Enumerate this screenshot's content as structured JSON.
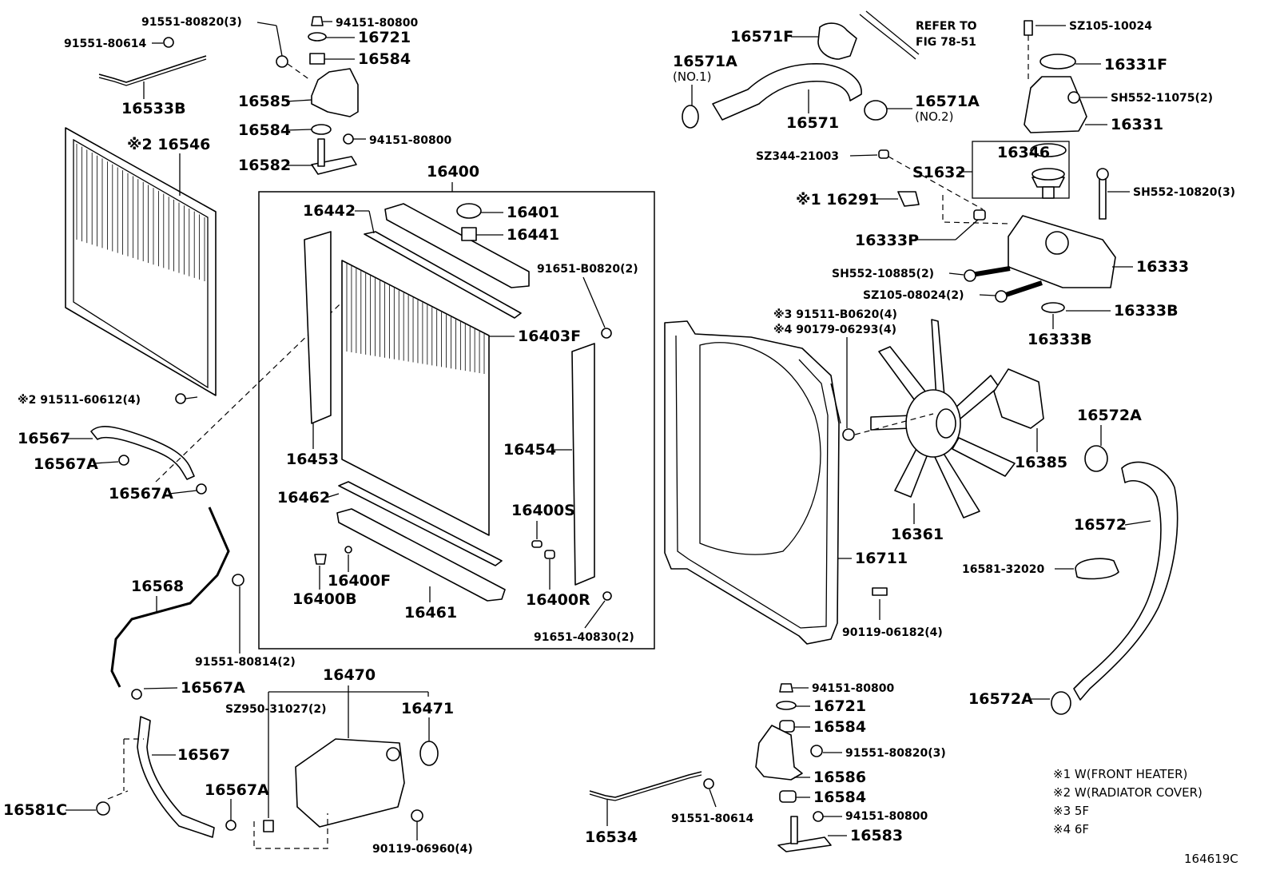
{
  "ref": "164619C",
  "refer_to": {
    "line1": "REFER TO",
    "line2": "FIG 78-51"
  },
  "notes": [
    "※1 W(FRONT HEATER)",
    "※2 W(RADIATOR COVER)",
    "※3 5F",
    "※4 6F"
  ],
  "labels": {
    "p91551_80820_3": "91551-80820(3)",
    "p94151_80800_a": "94151-80800",
    "p91551_80614_a": "91551-80614",
    "p16721_a": "16721",
    "p16584_a": "16584",
    "p16533B": "16533B",
    "p16585": "16585",
    "p16584_b": "16584",
    "p94151_80800_b": "94151-80800",
    "p16546": "※2 16546",
    "p16582": "16582",
    "p16400": "16400",
    "p16442": "16442",
    "p16401": "16401",
    "p16441": "16441",
    "p91651_B0820": "91651-B0820(2)",
    "p16403F": "16403F",
    "p91511_60612": "※2 91511-60612(4)",
    "p16567_a": "16567",
    "p16567A_a": "16567A",
    "p16453": "16453",
    "p16454": "16454",
    "p16567A_b": "16567A",
    "p16462": "16462",
    "p16400S": "16400S",
    "p16568": "16568",
    "p16400F": "16400F",
    "p16400B": "16400B",
    "p16461": "16461",
    "p16400R": "16400R",
    "p91651_40830": "91651-40830(2)",
    "p91551_80814": "91551-80814(2)",
    "p16567A_c": "16567A",
    "p16470": "16470",
    "pSZ950": "SZ950-31027(2)",
    "p16471": "16471",
    "p16567_b": "16567",
    "p16567A_d": "16567A",
    "p16581C": "16581C",
    "p90119_06960": "90119-06960(4)",
    "p16571F": "16571F",
    "p16571A_1": "16571A",
    "p16571A_1sub": "(NO.1)",
    "p16571": "16571",
    "p16571A_2": "16571A",
    "p16571A_2sub": "(NO.2)",
    "pSZ105_10024": "SZ105-10024",
    "p16331F": "16331F",
    "pSH552_11075": "SH552-11075(2)",
    "p16331": "16331",
    "pSZ344": "SZ344-21003",
    "p16346": "16346",
    "pS1632": "S1632",
    "pSH552_10820": "SH552-10820(3)",
    "p16291": "※1 16291",
    "p16333P": "16333P",
    "pSH552_10885": "SH552-10885(2)",
    "p16333": "16333",
    "pSZ105_08024": "SZ105-08024(2)",
    "p16333B_a": "16333B",
    "p16333B_b": "16333B",
    "p91511_B0620": "※3 91511-B0620(4)",
    "p90179_06293": "※4 90179-06293(4)",
    "p16572A_a": "16572A",
    "p16385": "16385",
    "p16361": "16361",
    "p16572": "16572",
    "p16711": "16711",
    "p16581_32020": "16581-32020",
    "p90119_06182": "90119-06182(4)",
    "p16572A_b": "16572A",
    "p94151_80800_c": "94151-80800",
    "p16721_b": "16721",
    "p16584_c": "16584",
    "p91551_80820_3b": "91551-80820(3)",
    "p16586": "16586",
    "p16534": "16534",
    "p91551_80614_b": "91551-80614",
    "p16584_d": "16584",
    "p94151_80800_d": "94151-80800",
    "p16583": "16583"
  }
}
